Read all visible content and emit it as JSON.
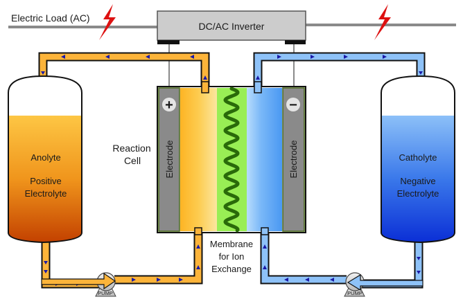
{
  "title": "Flow Battery Diagram",
  "labels": {
    "electric_load": "Electric Load (AC)",
    "inverter": "DC/AC Inverter",
    "reaction_cell_line1": "Reaction",
    "reaction_cell_line2": "Cell",
    "electrode_left": "Electrode",
    "electrode_right": "Electrode",
    "positive_sign": "+",
    "negative_sign": "−",
    "membrane_line1": "Membrane",
    "membrane_line2": "for Ion",
    "membrane_line3": "Exchange",
    "left_tank_line1": "Anolyte",
    "left_tank_line2": "Positive",
    "left_tank_line3": "Electrolyte",
    "right_tank_line1": "Catholyte",
    "right_tank_line2": "Negative",
    "right_tank_line3": "Electrolyte",
    "pump_left": "PUMP",
    "pump_right": "PUMP"
  },
  "colors": {
    "anolyte_pipe": "#fcb43a",
    "catholyte_pipe": "#8ec2f8",
    "anolyte_top": "#fdc644",
    "anolyte_bottom": "#c34100",
    "catholyte_top": "#8cc0f8",
    "catholyte_bottom": "#0b2fd6",
    "membrane": "#99ee55",
    "membrane_wave": "#2a6a0a",
    "electrode": "#8a8a8a",
    "inverter": "#cccccc",
    "lightning": "#dd1111",
    "flow_arrow": "#1a1aa8",
    "wire": "#8a8a8a"
  },
  "icons": [
    "lightning-bolt-icon",
    "plus-icon",
    "minus-icon",
    "pump-icon",
    "flow-arrow-icon"
  ]
}
